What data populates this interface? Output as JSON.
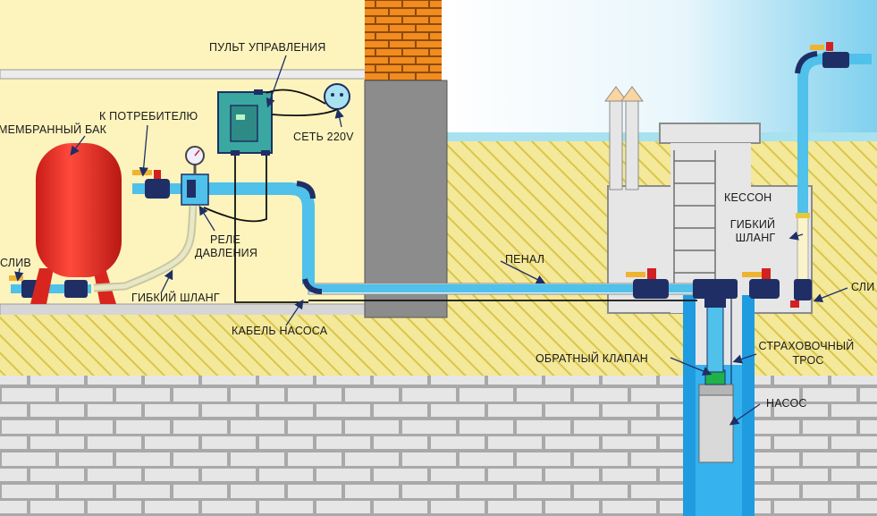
{
  "labels": {
    "membrane_tank": "МЕМБРАННЫЙ БАК",
    "to_consumer": "К ПОТРЕБИТЕЛЮ",
    "control_panel": "ПУЛЬТ УПРАВЛЕНИЯ",
    "mains": "СЕТЬ 220V",
    "drain_left": "СЛИВ",
    "pressure_relay_line1": "РЕЛЕ",
    "pressure_relay_line2": "ДАВЛЕНИЯ",
    "flex_hose_left": "ГИБКИЙ ШЛАНГ",
    "pump_cable": "КАБЕЛЬ НАСОСА",
    "casing": "ПЕНАЛ",
    "caisson": "КЕССОН",
    "flex_hose_right_line1": "ГИБКИЙ",
    "flex_hose_right_line2": "ШЛАНГ",
    "drain_right": "СЛИ",
    "check_valve": "ОБРАТНЫЙ КЛАПАН",
    "safety_rope_line1": "СТРАХОВОЧНЫЙ",
    "safety_rope_line2": "ТРОС",
    "pump": "НАСОС"
  },
  "colors": {
    "house_wall": "#fdf3bd",
    "soil": "#f4e89a",
    "soil_hatch": "#d9c64a",
    "brick_chimney": "#f28c1c",
    "pillar_gray": "#8c8c8c",
    "rock_brick": "#e2e2e2",
    "pipe_blue": "#4fc1ea",
    "pipe_dark": "#1f2f66",
    "tank_red": "#e8302a",
    "water_blue": "#1f9ce0"
  }
}
